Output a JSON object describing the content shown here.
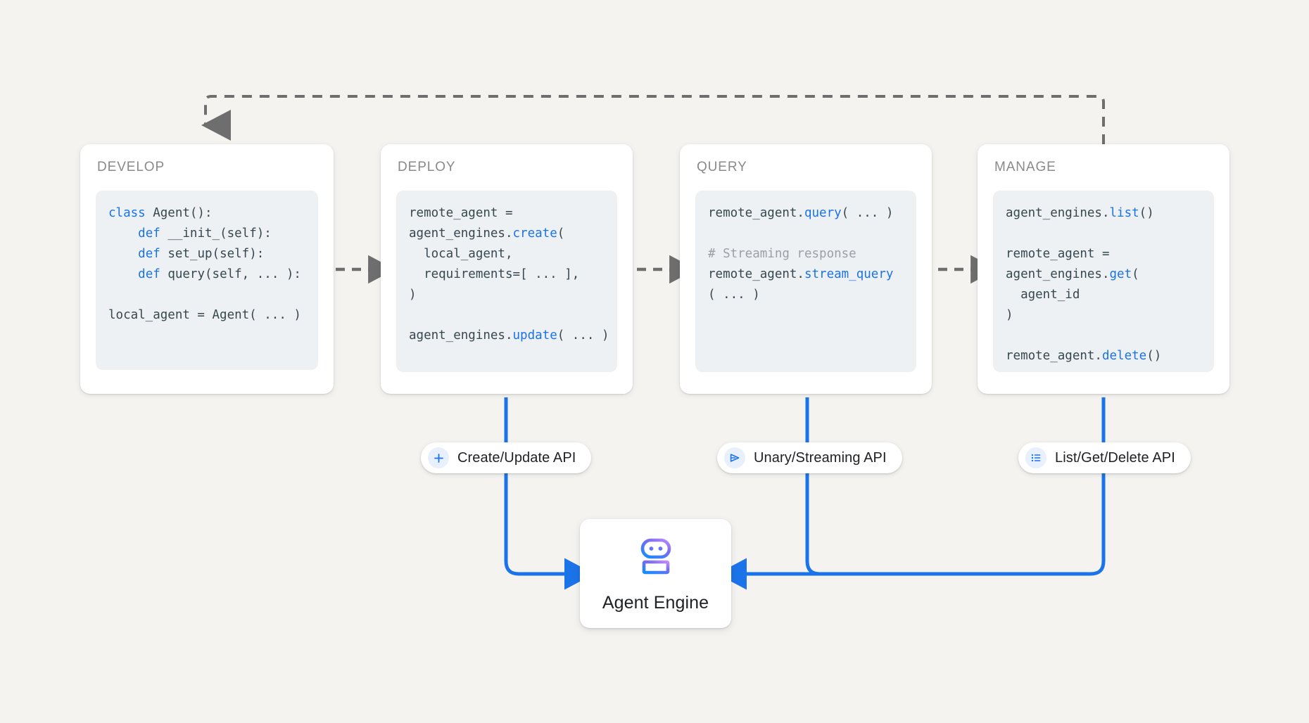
{
  "background_color": "#f4f3f0",
  "accent_blue": "#1a73e8",
  "arrow_gray": "#6e6e6e",
  "stages": [
    {
      "title": "DEVELOP",
      "code_lines": [
        [
          {
            "t": "class ",
            "c": "kw"
          },
          {
            "t": "Agent():",
            "c": ""
          }
        ],
        [
          {
            "t": "    ",
            "c": ""
          },
          {
            "t": "def ",
            "c": "kw"
          },
          {
            "t": "__init_(self):",
            "c": ""
          }
        ],
        [
          {
            "t": "    ",
            "c": ""
          },
          {
            "t": "def ",
            "c": "kw"
          },
          {
            "t": "set_up(self):",
            "c": ""
          }
        ],
        [
          {
            "t": "    ",
            "c": ""
          },
          {
            "t": "def ",
            "c": "kw"
          },
          {
            "t": "query(self, ... ):",
            "c": ""
          }
        ],
        [
          {
            "t": "",
            "c": ""
          }
        ],
        [
          {
            "t": "local_agent = Agent( ... )",
            "c": ""
          }
        ]
      ]
    },
    {
      "title": "DEPLOY",
      "code_lines": [
        [
          {
            "t": "remote_agent =",
            "c": ""
          }
        ],
        [
          {
            "t": "agent_engines.",
            "c": ""
          },
          {
            "t": "create",
            "c": "kw"
          },
          {
            "t": "(",
            "c": ""
          }
        ],
        [
          {
            "t": "  local_agent,",
            "c": ""
          }
        ],
        [
          {
            "t": "  requirements=[ ... ],",
            "c": ""
          }
        ],
        [
          {
            "t": ")",
            "c": ""
          }
        ],
        [
          {
            "t": "",
            "c": ""
          }
        ],
        [
          {
            "t": "agent_engines.",
            "c": ""
          },
          {
            "t": "update",
            "c": "kw"
          },
          {
            "t": "( ... )",
            "c": ""
          }
        ]
      ]
    },
    {
      "title": "QUERY",
      "code_lines": [
        [
          {
            "t": "remote_agent.",
            "c": ""
          },
          {
            "t": "query",
            "c": "kw"
          },
          {
            "t": "( ... )",
            "c": ""
          }
        ],
        [
          {
            "t": "",
            "c": ""
          }
        ],
        [
          {
            "t": "# Streaming response",
            "c": "cm"
          }
        ],
        [
          {
            "t": "remote_agent.",
            "c": ""
          },
          {
            "t": "stream_query",
            "c": "kw"
          }
        ],
        [
          {
            "t": "( ... )",
            "c": ""
          }
        ]
      ]
    },
    {
      "title": "MANAGE",
      "code_lines": [
        [
          {
            "t": "agent_engines.",
            "c": ""
          },
          {
            "t": "list",
            "c": "kw"
          },
          {
            "t": "()",
            "c": ""
          }
        ],
        [
          {
            "t": "",
            "c": ""
          }
        ],
        [
          {
            "t": "remote_agent =",
            "c": ""
          }
        ],
        [
          {
            "t": "agent_engines.",
            "c": ""
          },
          {
            "t": "get",
            "c": "kw"
          },
          {
            "t": "(",
            "c": ""
          }
        ],
        [
          {
            "t": "  agent_id",
            "c": ""
          }
        ],
        [
          {
            "t": ")",
            "c": ""
          }
        ],
        [
          {
            "t": "",
            "c": ""
          }
        ],
        [
          {
            "t": "remote_agent.",
            "c": ""
          },
          {
            "t": "delete",
            "c": "kw"
          },
          {
            "t": "()",
            "c": ""
          }
        ]
      ]
    }
  ],
  "api_pills": [
    {
      "label": "Create/Update API",
      "icon": "plus-icon"
    },
    {
      "label": "Unary/Streaming API",
      "icon": "send-icon"
    },
    {
      "label": "List/Get/Delete API",
      "icon": "list-icon"
    }
  ],
  "agent_engine": {
    "label": "Agent Engine",
    "icon": "robot-icon"
  }
}
